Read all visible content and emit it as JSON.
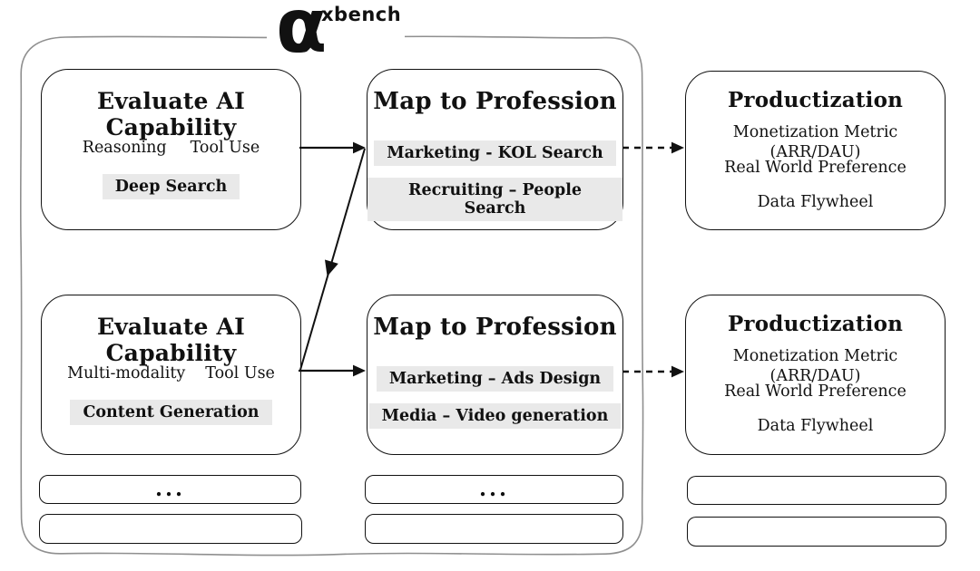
{
  "logo": {
    "symbol": "α",
    "wordmark": "xbench"
  },
  "ellipsis": "...",
  "rows": [
    {
      "capability": {
        "title": "Evaluate AI Capability",
        "skills": [
          "Reasoning",
          "Tool Use"
        ],
        "benchmark": "Deep Search"
      },
      "profession": {
        "title": "Map to Profession",
        "mappings": [
          "Marketing - KOL Search",
          "Recruiting – People Search"
        ]
      },
      "productization": {
        "title": "Productization",
        "metrics": [
          "Monetization Metric (ARR/DAU)",
          "Real World Preference",
          "Data Flywheel"
        ]
      }
    },
    {
      "capability": {
        "title": "Evaluate AI Capability",
        "skills": [
          "Multi-modality",
          "Tool Use"
        ],
        "benchmark": "Content Generation"
      },
      "profession": {
        "title": "Map to Profession",
        "mappings": [
          "Marketing – Ads Design",
          "Media – Video generation"
        ]
      },
      "productization": {
        "title": "Productization",
        "metrics": [
          "Monetization Metric (ARR/DAU)",
          "Real World Preference",
          "Data Flywheel"
        ]
      }
    }
  ],
  "colors": {
    "highlight_bg": "#e9e9e9",
    "box_border": "#111111",
    "container_border": "#8f8f8f",
    "arrow": "#111111"
  }
}
